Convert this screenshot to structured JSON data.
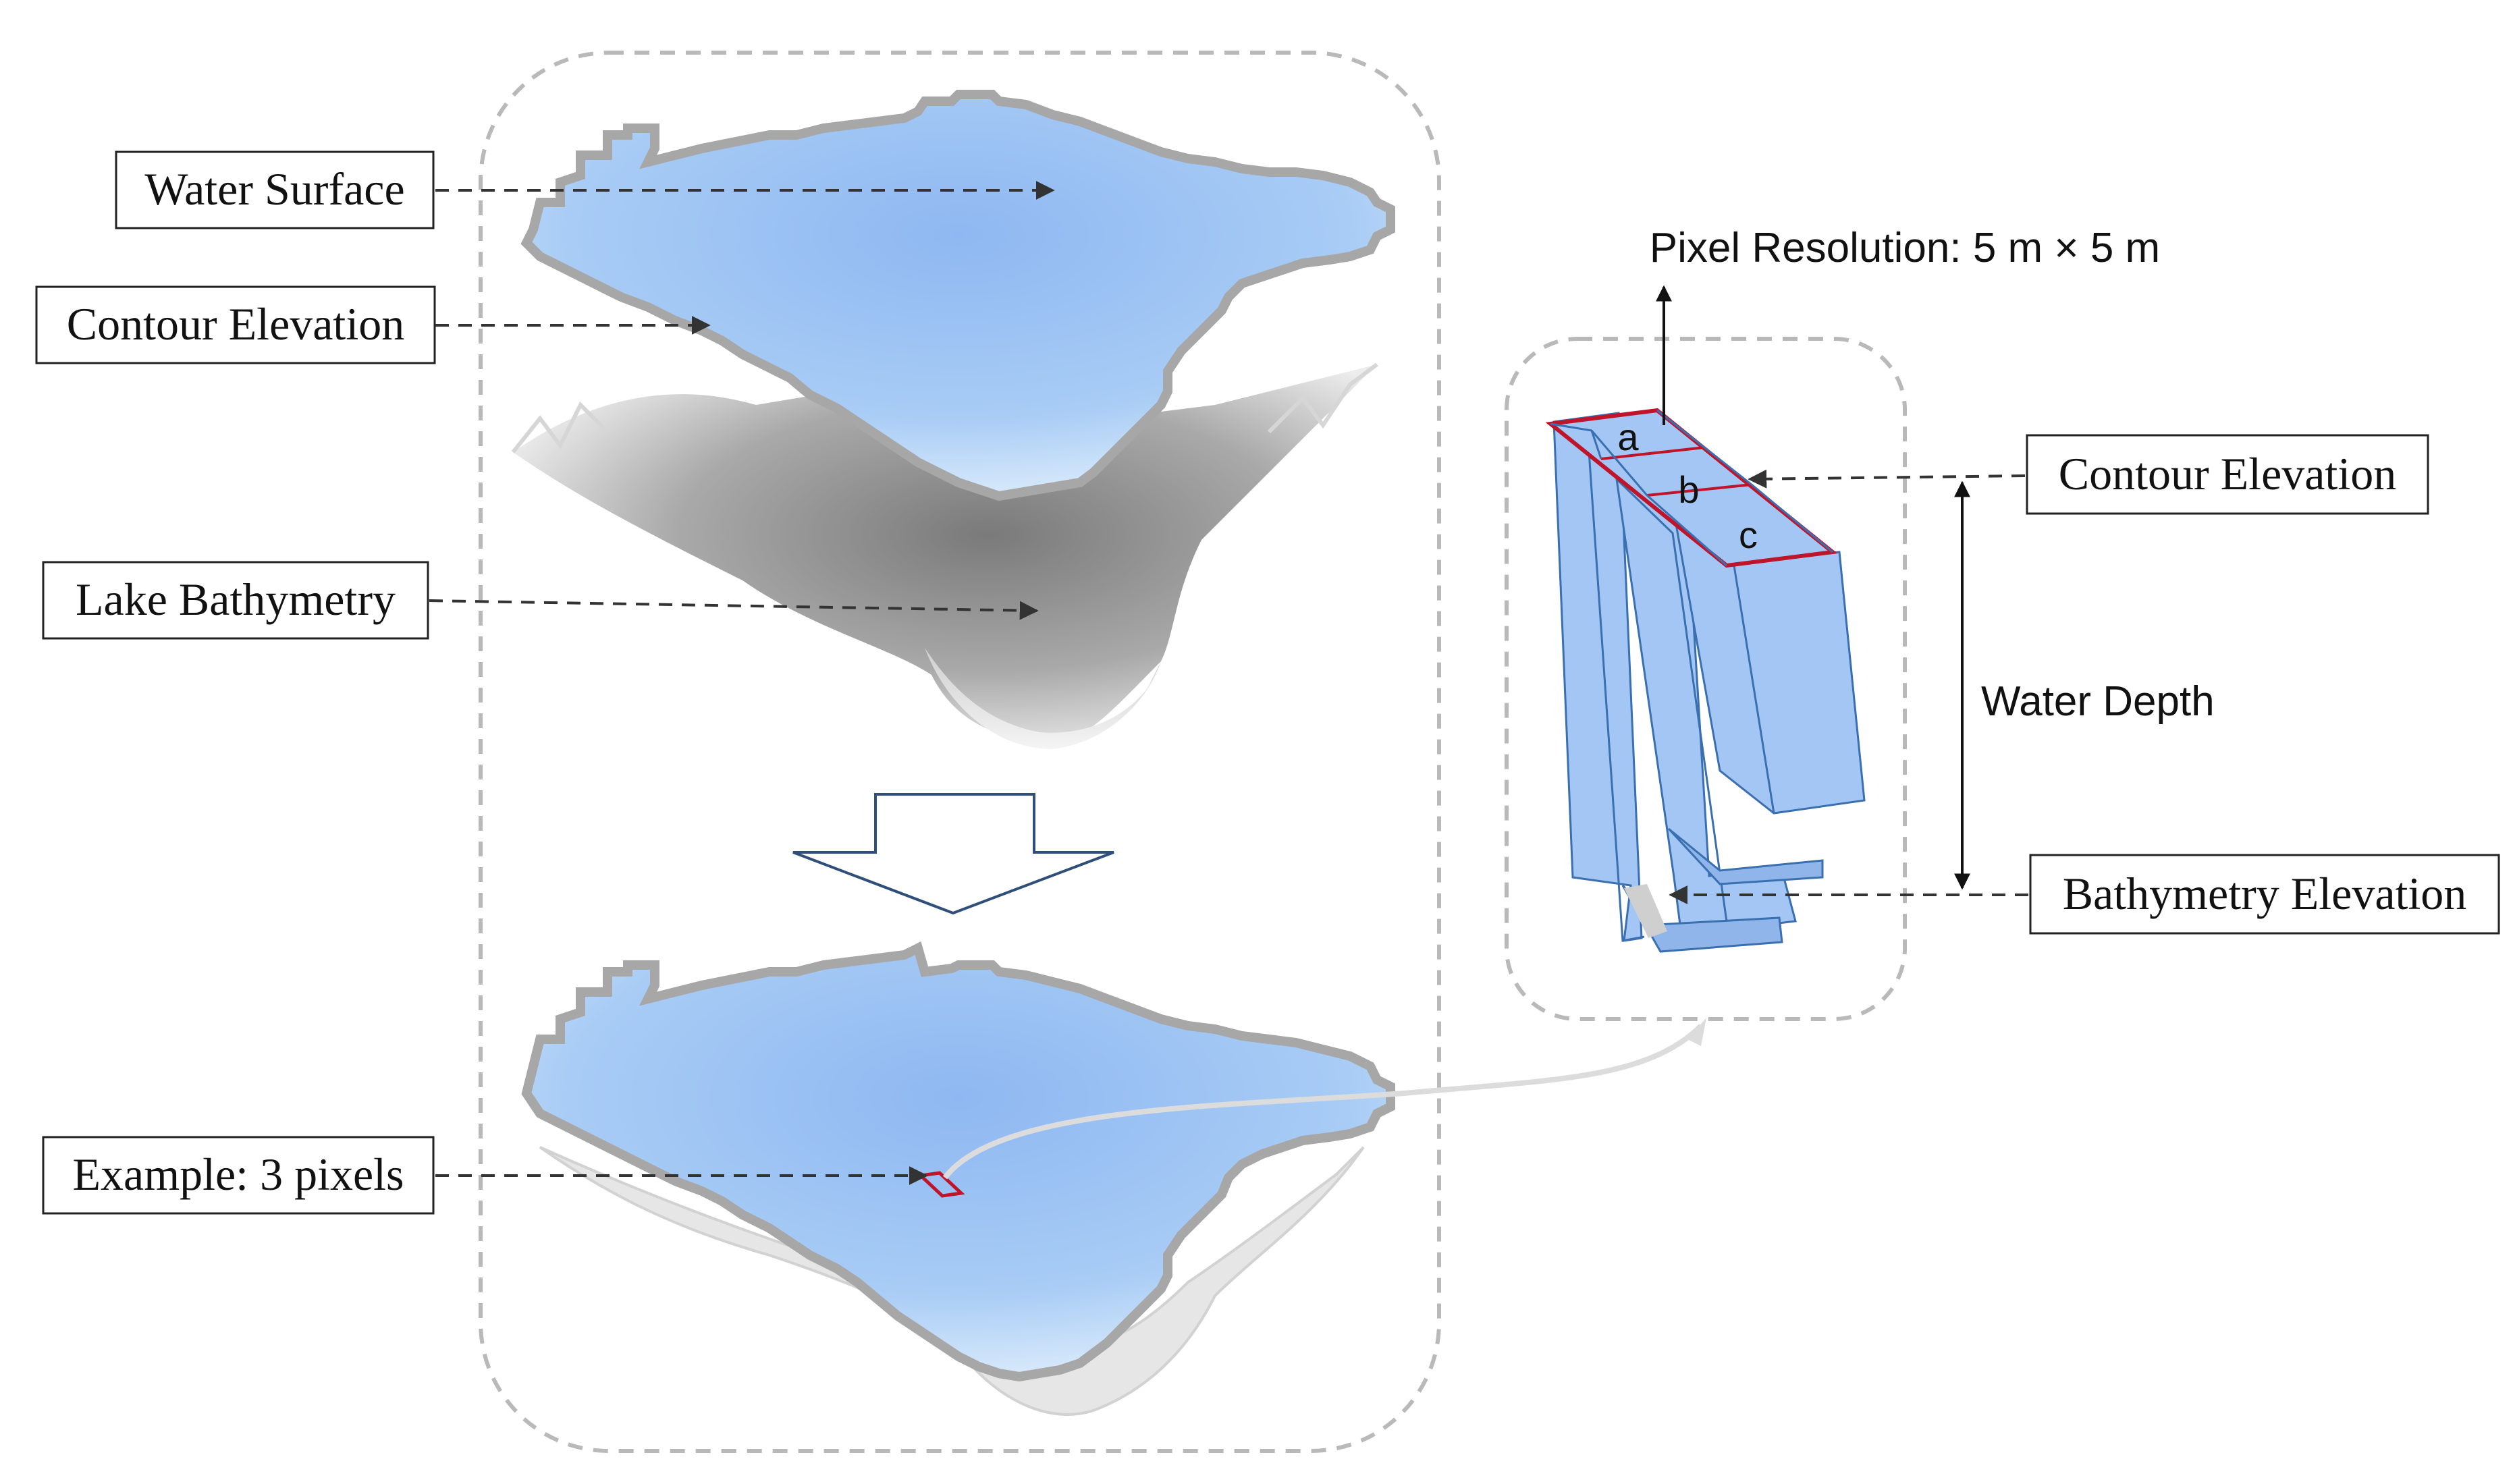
{
  "labels": {
    "water_surface": "Water Surface",
    "contour_elevation_left": "Contour Elevation",
    "lake_bathymetry": "Lake Bathymetry",
    "example_pixels": "Example: 3 pixels",
    "pixel_resolution": "Pixel Resolution: 5 m × 5 m",
    "contour_elevation_right": "Contour Elevation",
    "water_depth": "Water Depth",
    "bathymetry_elevation": "Bathymetry Elevation",
    "cell_a": "a",
    "cell_b": "b",
    "cell_c": "c"
  },
  "colors": {
    "water": "#9cc3f3",
    "water_light": "#cfe3fa",
    "column_fill": "#a3c6f5",
    "column_edge": "#3a6fb0",
    "highlight": "#c0142a",
    "panel_border": "#b9b9b9",
    "bathymetry": "#8e8e8e"
  }
}
